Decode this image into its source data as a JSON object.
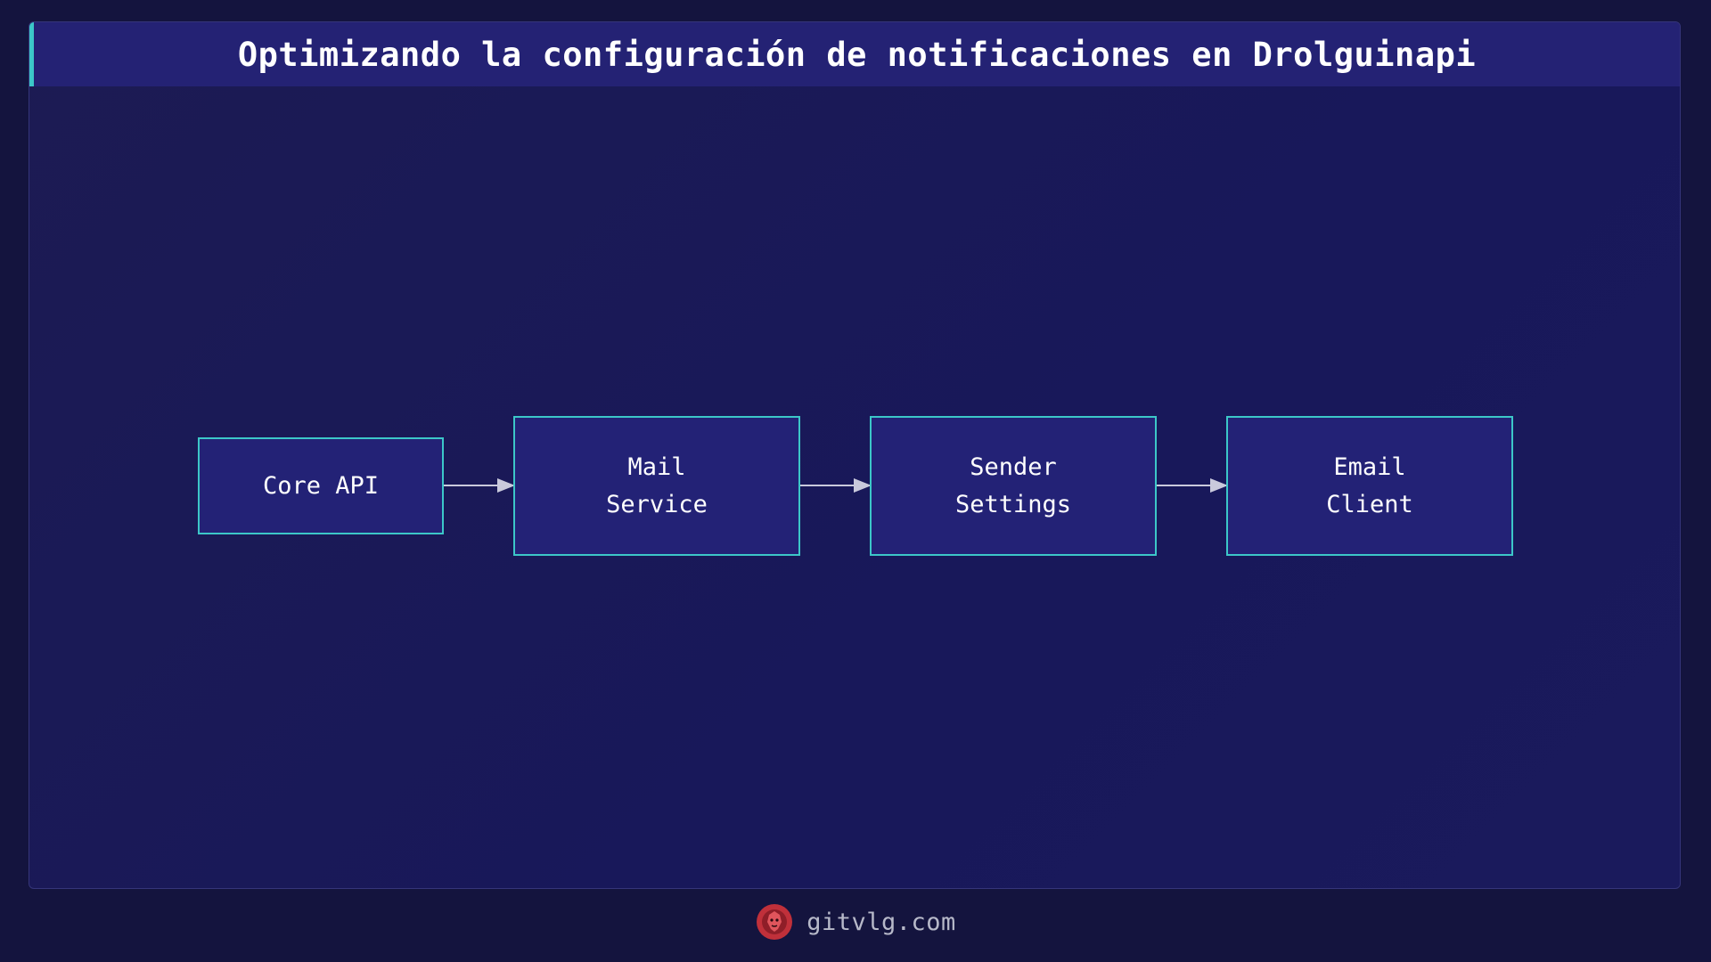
{
  "title": "Optimizando la configuración de notificaciones en Drolguinapi",
  "nodes": [
    {
      "id": "core-api",
      "label": "Core API"
    },
    {
      "id": "mail-service",
      "label": "Mail\nService"
    },
    {
      "id": "sender-settings",
      "label": "Sender\nSettings"
    },
    {
      "id": "email-client",
      "label": "Email\nClient"
    }
  ],
  "edges": [
    {
      "from": "core-api",
      "to": "mail-service"
    },
    {
      "from": "mail-service",
      "to": "sender-settings"
    },
    {
      "from": "sender-settings",
      "to": "email-client"
    }
  ],
  "footer": {
    "text": "gitvlg.com",
    "logo_icon": "lion-logo-icon"
  },
  "colors": {
    "accent": "#3cc7c8",
    "node_fill": "#232276",
    "background": "#14143e",
    "logo": "#c0303a"
  }
}
